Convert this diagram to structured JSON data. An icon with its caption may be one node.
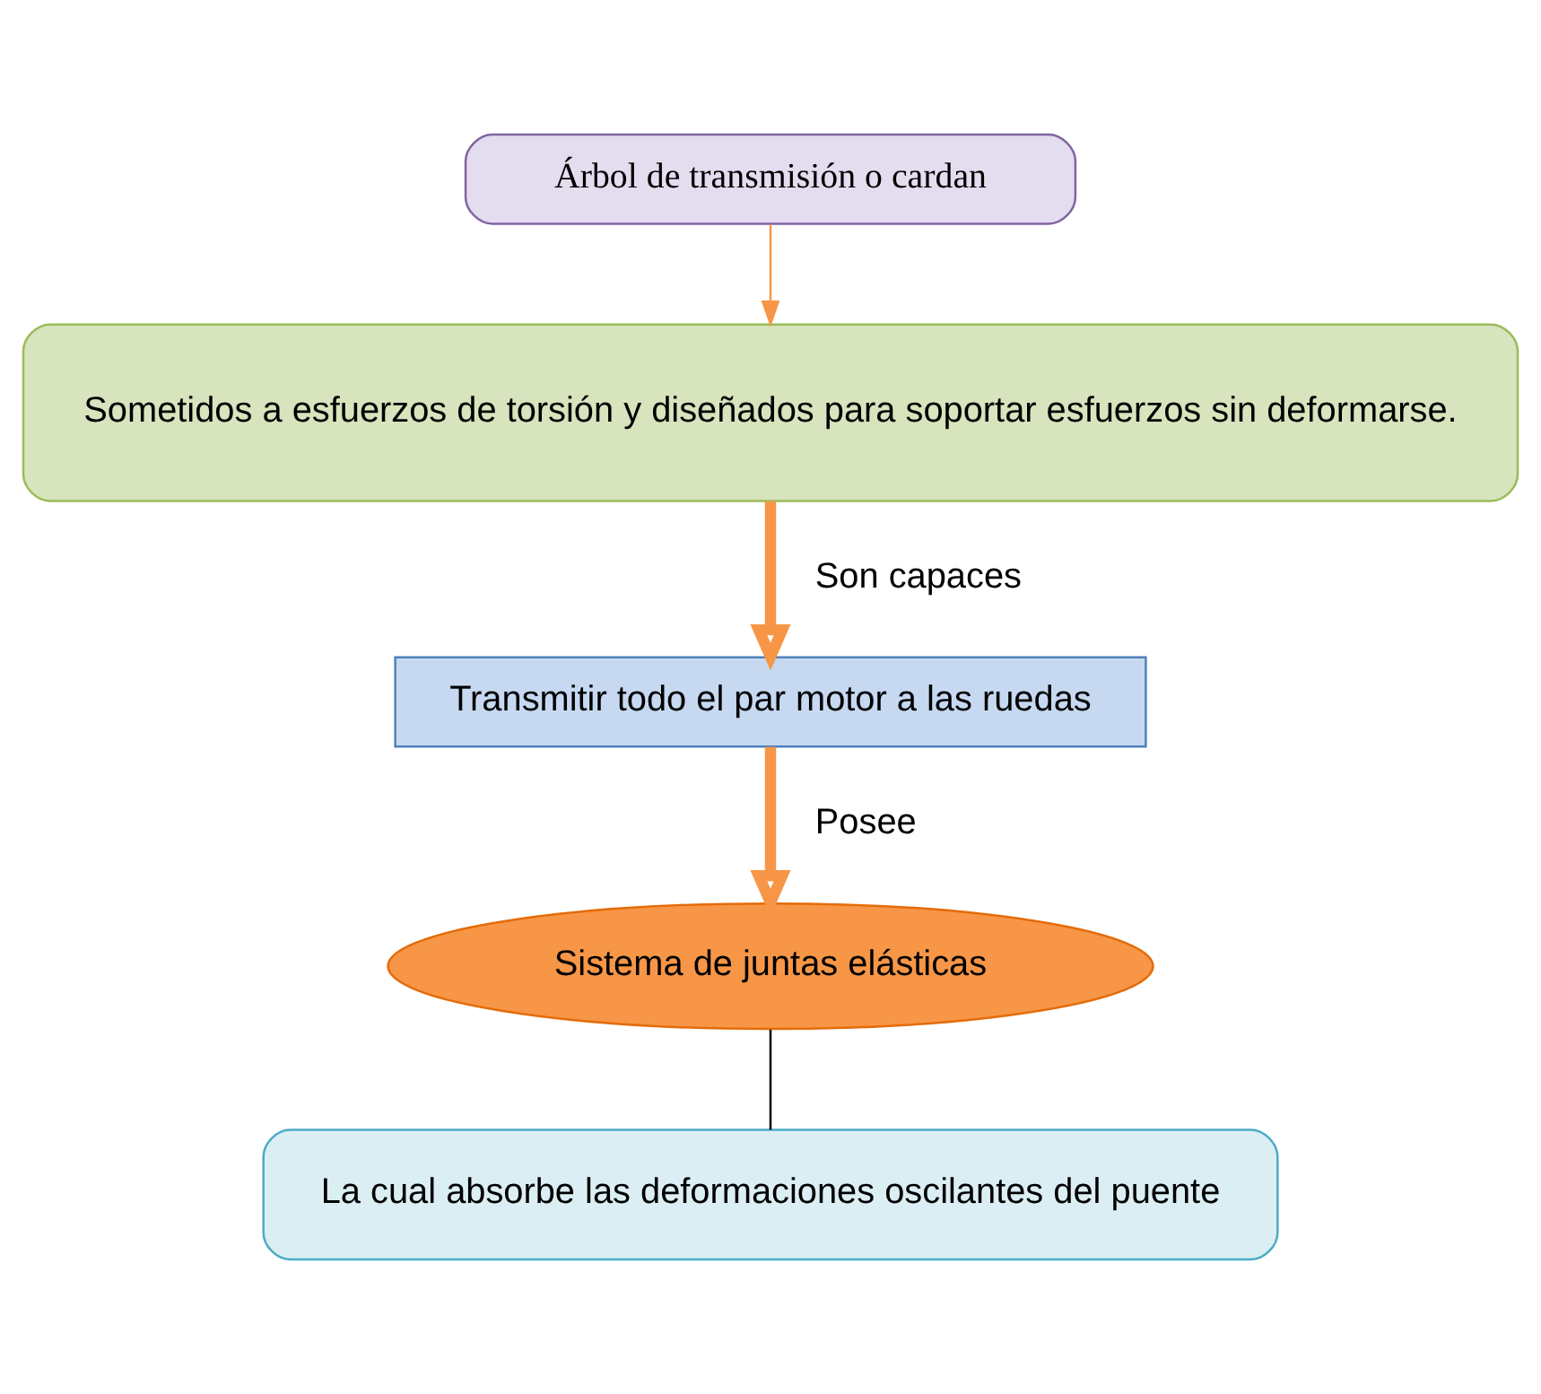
{
  "diagram": {
    "nodes": [
      {
        "text": [
          "Árbol de transmisión o cardan"
        ]
      },
      {
        "text": [
          "Sometidos a esfuerzos de torsión y diseñados para soportar esfuerzos sin deformarse."
        ]
      },
      {
        "text": [
          "Transmitir todo el par motor a las ruedas"
        ]
      },
      {
        "text": [
          "Sistema de juntas elásticas"
        ]
      },
      {
        "text": [
          "La cual absorbe las deformaciones oscilantes del puente"
        ]
      }
    ],
    "edges": [
      {
        "from": 0,
        "to": 1,
        "arrow": "to"
      },
      {
        "from": 1,
        "to": 2,
        "arrow": "to",
        "label": "Son capaces",
        "style": "thick"
      },
      {
        "from": 2,
        "to": 3,
        "arrow": "to",
        "label": "Posee",
        "style": "thick"
      },
      {
        "from": 3,
        "to": 4,
        "arrow": "none",
        "color": "#000000"
      }
    ]
  }
}
